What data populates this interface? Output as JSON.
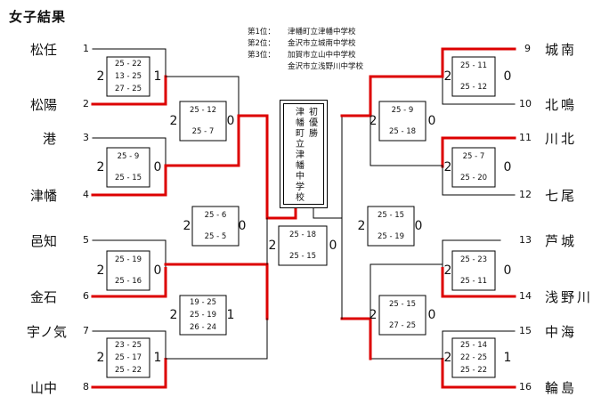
{
  "title": "女子結果",
  "ranking": [
    {
      "place": "第1位：",
      "school": "津幡町立津幡中学校"
    },
    {
      "place": "第2位：",
      "school": "金沢市立城南中学校"
    },
    {
      "place": "第3位：",
      "school": "加賀市立山中中学校"
    },
    {
      "place": "",
      "school": "金沢市立浅野川中学校"
    }
  ],
  "champion": {
    "col1": "初優勝",
    "col2": "津幡町立津幡中学校"
  },
  "teams": [
    {
      "seed": "1",
      "name": "松任"
    },
    {
      "seed": "2",
      "name": "松陽"
    },
    {
      "seed": "3",
      "name": "港"
    },
    {
      "seed": "4",
      "name": "津幡"
    },
    {
      "seed": "5",
      "name": "邑知"
    },
    {
      "seed": "6",
      "name": "金石"
    },
    {
      "seed": "7",
      "name": "宇ノ気"
    },
    {
      "seed": "8",
      "name": "山中"
    },
    {
      "seed": "9",
      "name": "城南"
    },
    {
      "seed": "10",
      "name": "北鳴"
    },
    {
      "seed": "11",
      "name": "川北"
    },
    {
      "seed": "12",
      "name": "七尾"
    },
    {
      "seed": "13",
      "name": "芦城"
    },
    {
      "seed": "14",
      "name": "浅野川"
    },
    {
      "seed": "15",
      "name": "中海"
    },
    {
      "seed": "16",
      "name": "輪島"
    }
  ],
  "matches": [
    {
      "id": "r1m1",
      "wins": [
        "2",
        "1"
      ],
      "sets": [
        [
          "25",
          "22"
        ],
        [
          "13",
          "25"
        ],
        [
          "27",
          "25"
        ]
      ]
    },
    {
      "id": "r1m2",
      "wins": [
        "2",
        "0"
      ],
      "sets": [
        [
          "25",
          "9"
        ],
        [
          "25",
          "15"
        ]
      ]
    },
    {
      "id": "r1m3",
      "wins": [
        "2",
        "0"
      ],
      "sets": [
        [
          "25",
          "19"
        ],
        [
          "25",
          "16"
        ]
      ]
    },
    {
      "id": "r1m4",
      "wins": [
        "2",
        "1"
      ],
      "sets": [
        [
          "23",
          "25"
        ],
        [
          "25",
          "17"
        ],
        [
          "25",
          "22"
        ]
      ]
    },
    {
      "id": "r1m5",
      "wins": [
        "2",
        "0"
      ],
      "sets": [
        [
          "25",
          "11"
        ],
        [
          "25",
          "12"
        ]
      ]
    },
    {
      "id": "r1m6",
      "wins": [
        "2",
        "0"
      ],
      "sets": [
        [
          "25",
          "7"
        ],
        [
          "25",
          "20"
        ]
      ]
    },
    {
      "id": "r1m7",
      "wins": [
        "2",
        "0"
      ],
      "sets": [
        [
          "25",
          "23"
        ],
        [
          "25",
          "11"
        ]
      ]
    },
    {
      "id": "r1m8",
      "wins": [
        "2",
        "1"
      ],
      "sets": [
        [
          "25",
          "14"
        ],
        [
          "22",
          "25"
        ],
        [
          "25",
          "22"
        ]
      ]
    },
    {
      "id": "qf1",
      "wins": [
        "2",
        "0"
      ],
      "sets": [
        [
          "25",
          "12"
        ],
        [
          "25",
          "7"
        ]
      ]
    },
    {
      "id": "qf2",
      "wins": [
        "2",
        "1"
      ],
      "sets": [
        [
          "19",
          "25"
        ],
        [
          "25",
          "19"
        ],
        [
          "26",
          "24"
        ]
      ]
    },
    {
      "id": "qf3",
      "wins": [
        "2",
        "0"
      ],
      "sets": [
        [
          "25",
          "9"
        ],
        [
          "25",
          "18"
        ]
      ]
    },
    {
      "id": "qf4",
      "wins": [
        "2",
        "0"
      ],
      "sets": [
        [
          "25",
          "15"
        ],
        [
          "27",
          "25"
        ]
      ]
    },
    {
      "id": "sf1",
      "wins": [
        "2",
        "0"
      ],
      "sets": [
        [
          "25",
          "6"
        ],
        [
          "25",
          "5"
        ]
      ]
    },
    {
      "id": "sf2",
      "wins": [
        "2",
        "0"
      ],
      "sets": [
        [
          "25",
          "15"
        ],
        [
          "25",
          "19"
        ]
      ]
    },
    {
      "id": "final",
      "wins": [
        "2",
        "0"
      ],
      "sets": [
        [
          "25",
          "18"
        ],
        [
          "25",
          "15"
        ]
      ]
    }
  ],
  "colors": {
    "winner_line": "#dd0000",
    "line": "#000000"
  }
}
